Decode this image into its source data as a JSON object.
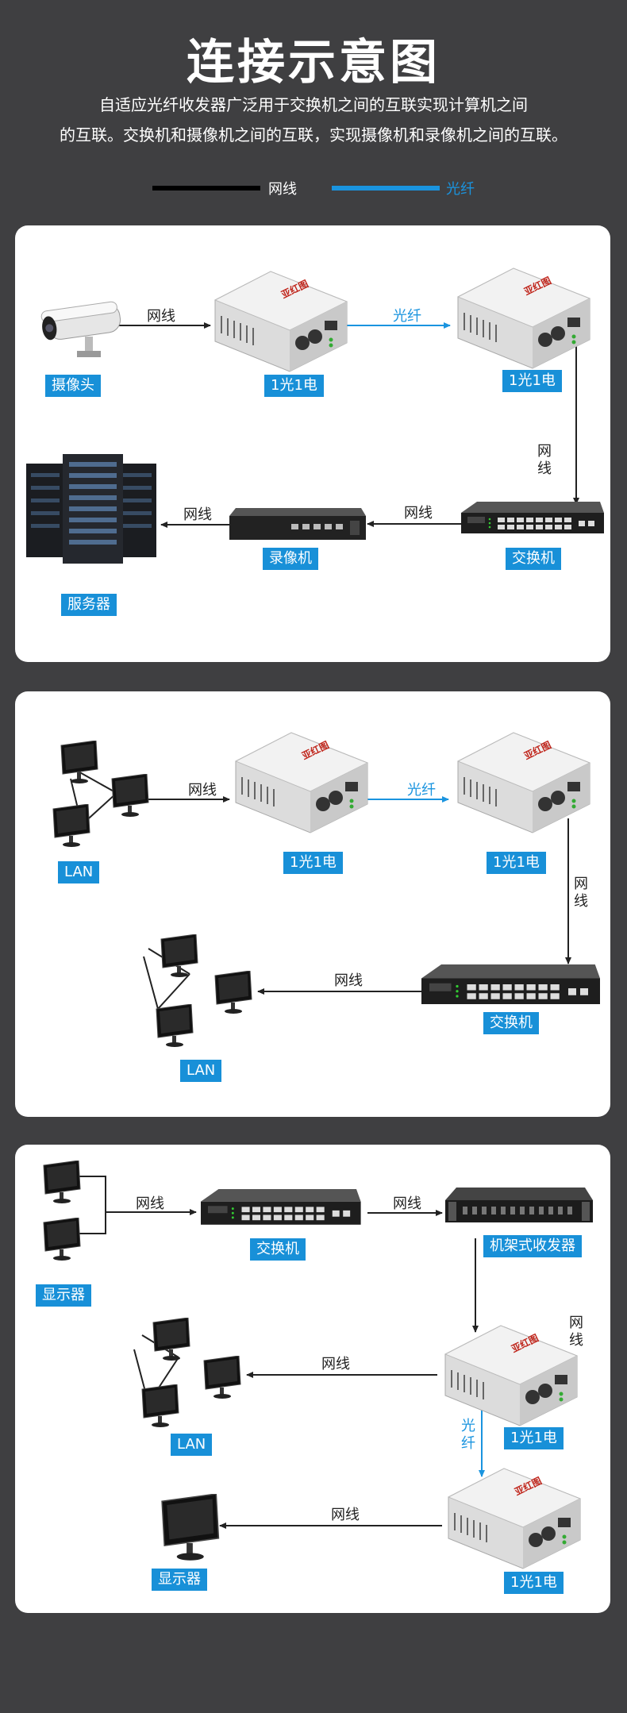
{
  "header": {
    "title": "连接示意图",
    "desc_line1": "自适应光纤收发器广泛用于交换机之间的互联实现计算机之间",
    "desc_line2": "的互联。交换机和摄像机之间的互联，实现摄像机和录像机之间的互联。"
  },
  "legend": {
    "cable": "网线",
    "fiber": "光纤"
  },
  "colors": {
    "background": "#3f3f41",
    "accent_blue": "#1890d8",
    "fiber_blue": "#1a94df",
    "cable_black": "#222222"
  },
  "panel1": {
    "camera": "摄像头",
    "conv1": "1光1电",
    "conv2": "1光1电",
    "switch": "交换机",
    "recorder": "录像机",
    "server": "服务器",
    "w1": "网线",
    "w2": "光纤",
    "w3": "网线",
    "w4": "网线",
    "w5": "网线"
  },
  "panel2": {
    "lan1": "LAN",
    "conv1": "1光1电",
    "conv2": "1光1电",
    "switch": "交换机",
    "lan2": "LAN",
    "w1": "网线",
    "w2": "光纤",
    "w3": "网线",
    "w4": "网线"
  },
  "panel3": {
    "monitor1": "显示器",
    "switch": "交换机",
    "rack": "机架式收发器",
    "conv1": "1光1电",
    "lan": "LAN",
    "conv2": "1光1电",
    "monitor2": "显示器",
    "w1": "网线",
    "w2": "网线",
    "w3": "网线",
    "w4": "网线",
    "w5": "光纤",
    "w6": "网线"
  }
}
